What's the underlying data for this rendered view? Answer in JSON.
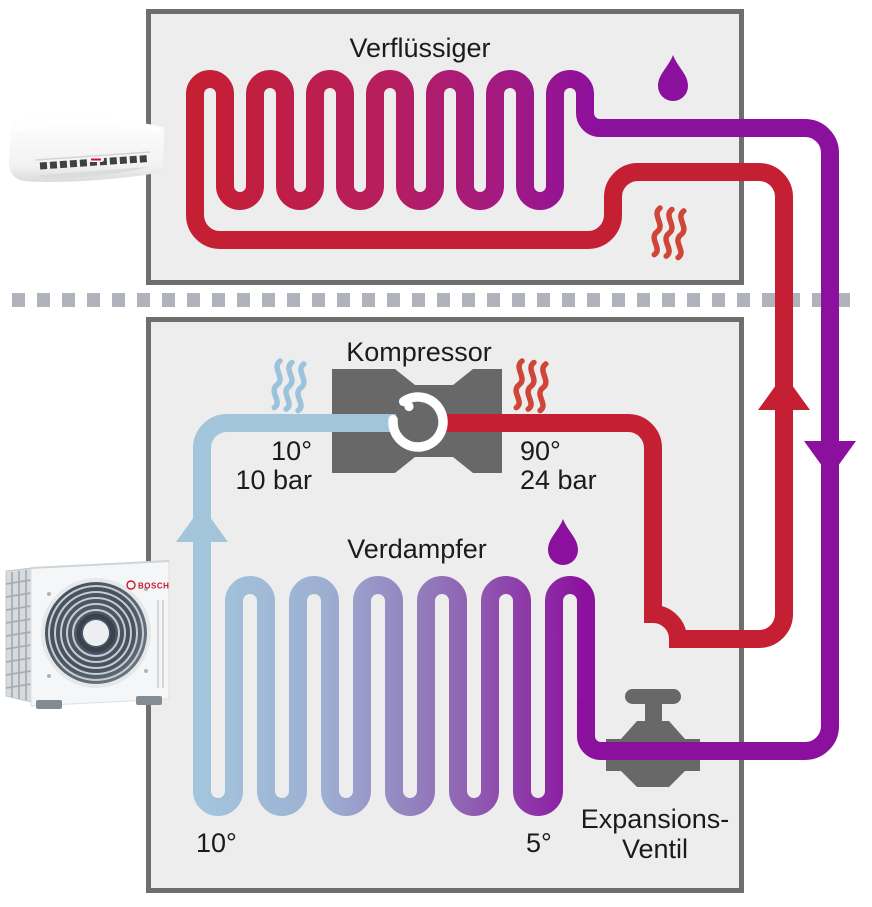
{
  "labels": {
    "condenser": "Verflüssiger",
    "compressor": "Kompressor",
    "evaporator": "Verdampfer",
    "expansion_valve_line1": "Expansions-",
    "expansion_valve_line2": "Ventil"
  },
  "values": {
    "suction_temp": "10°",
    "suction_pressure": "10 bar",
    "discharge_temp": "90°",
    "discharge_pressure": "24 bar",
    "evaporator_left_temp": "10°",
    "evaporator_right_temp": "5°"
  },
  "outdoor_unit": {
    "brand": "BOSCH"
  },
  "icons": [
    "droplet-icon-condenser",
    "droplet-icon-evaporator",
    "heat-waves-condenser-red",
    "heat-waves-suction-blue",
    "heat-waves-discharge-red",
    "flow-arrow-hot-up",
    "flow-arrow-liquid-down",
    "flow-arrow-suction-up",
    "compressor-rotor-icon",
    "expansion-valve-icon"
  ],
  "colors": {
    "hot_red": "#C51F33",
    "refrigerant_purple": "#8C109E",
    "cold_blue": "#A2C5DC",
    "component_gray": "#686868",
    "box_fill": "#EDEDED",
    "box_border": "#6E6E6E",
    "divider_dash": "#B1B3BC",
    "heat_wave_red": "#CF4638",
    "bosch_red": "#C6182E",
    "text": "#1B1B1B"
  }
}
